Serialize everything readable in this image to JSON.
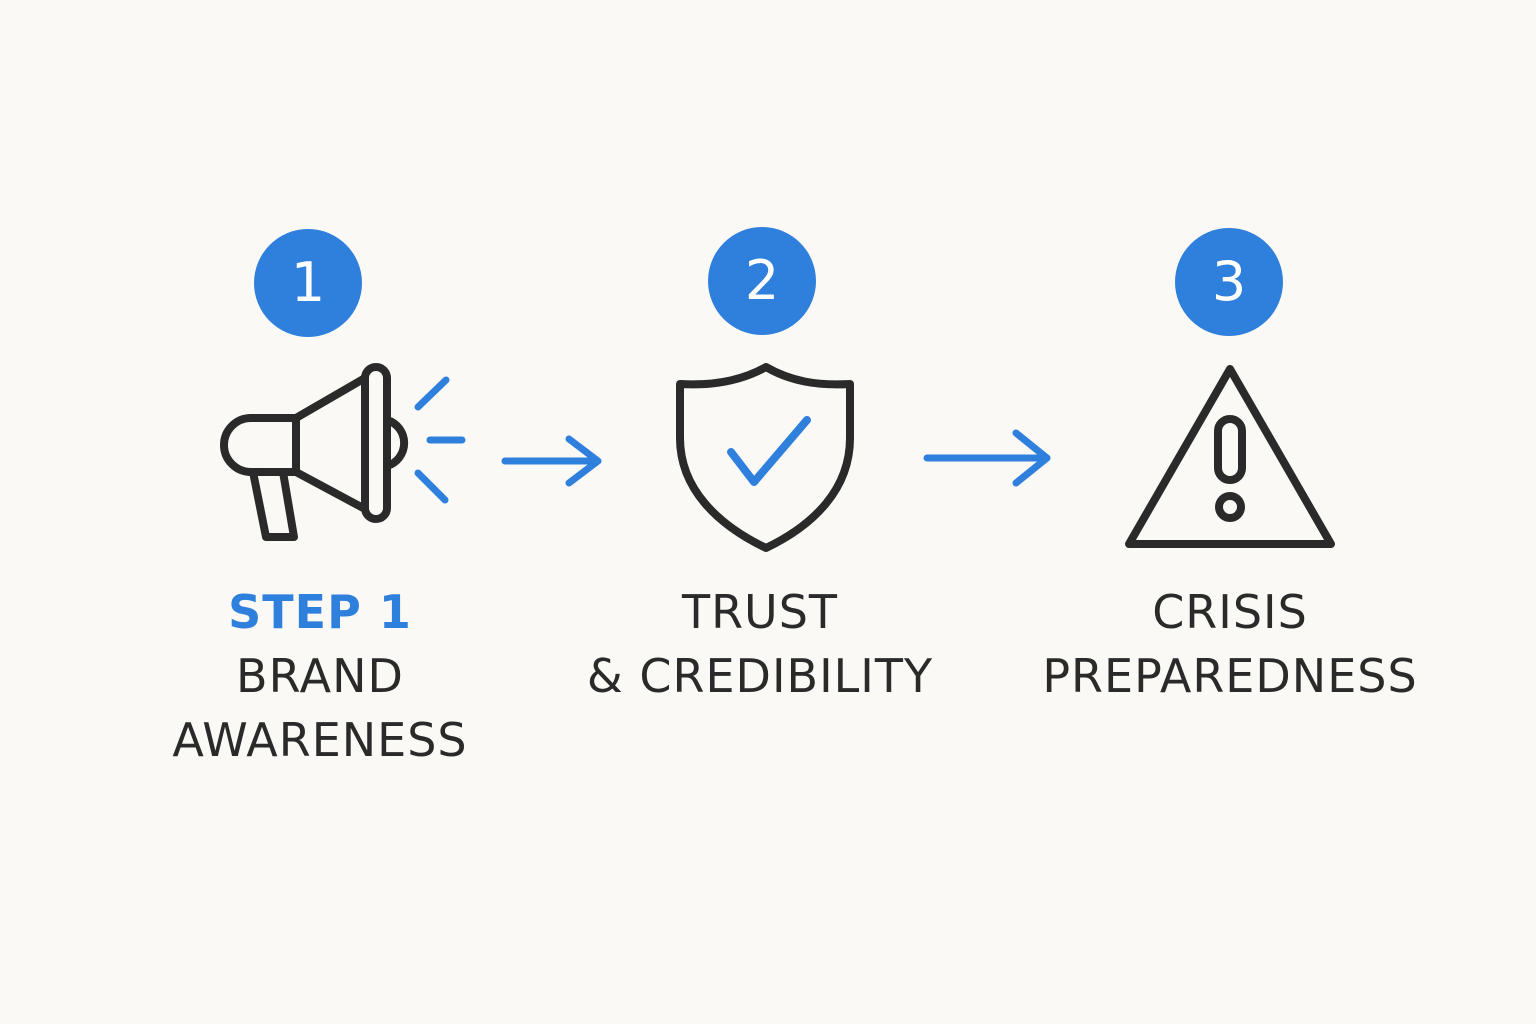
{
  "colors": {
    "accent": "#2f7fdc",
    "ink": "#2a2a2a",
    "background": "#faf9f6"
  },
  "steps": [
    {
      "number": "1",
      "icon": "megaphone-icon",
      "tag": "STEP 1",
      "lines": [
        "BRAND",
        "AWARENESS"
      ]
    },
    {
      "number": "2",
      "icon": "shield-check-icon",
      "lines": [
        "TRUST",
        "& CREDIBILITY"
      ]
    },
    {
      "number": "3",
      "icon": "warning-triangle-icon",
      "lines": [
        "CRISIS",
        "PREPAREDNESS"
      ]
    }
  ]
}
